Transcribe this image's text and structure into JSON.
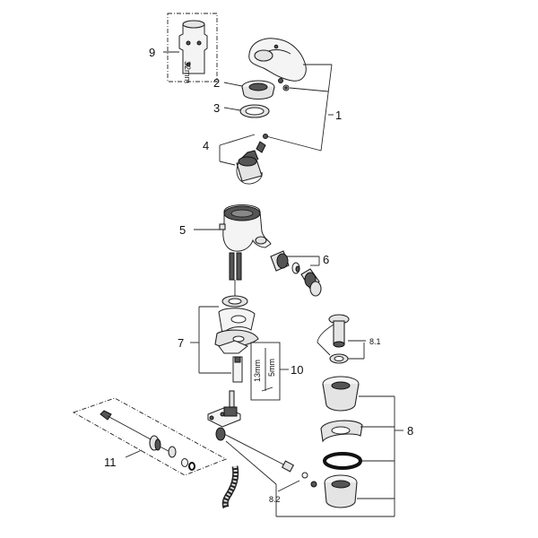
{
  "labels": {
    "n1": "1",
    "n2": "2",
    "n3": "3",
    "n4": "4",
    "n5": "5",
    "n6": "6",
    "n7": "7",
    "n8": "8",
    "n8_1": "8.1",
    "n8_2": "8.2",
    "n9": "9",
    "n10": "10",
    "n11": "11"
  },
  "dimensions": {
    "tool_9": "32mm",
    "tool_10_a": "13mm",
    "tool_10_b": "5mm"
  }
}
